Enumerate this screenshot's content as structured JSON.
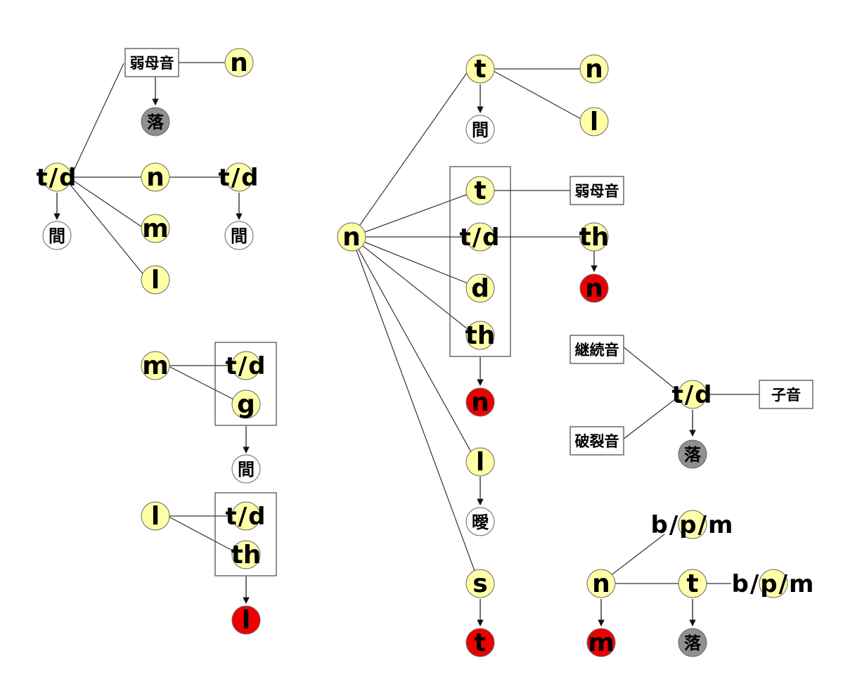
{
  "colors": {
    "yellow": "#ffffa8",
    "red": "#ee0000",
    "gray": "#909090",
    "white": "#ffffff",
    "stroke": "#333333",
    "text": "#000000"
  },
  "nodes": [
    {
      "id": "g1_box",
      "label": "弱母音",
      "kind": "box"
    },
    {
      "id": "g1_n_top",
      "label": "n",
      "kind": "circle",
      "fill": "yellow"
    },
    {
      "id": "g1_ochi",
      "label": "落",
      "kind": "circle",
      "fill": "gray"
    },
    {
      "id": "g1_td",
      "label": "t/d",
      "kind": "circle",
      "fill": "yellow"
    },
    {
      "id": "g1_n",
      "label": "n",
      "kind": "circle",
      "fill": "yellow"
    },
    {
      "id": "g1_m",
      "label": "m",
      "kind": "circle",
      "fill": "yellow"
    },
    {
      "id": "g1_l",
      "label": "l",
      "kind": "circle",
      "fill": "yellow"
    },
    {
      "id": "g1_td2",
      "label": "t/d",
      "kind": "circle",
      "fill": "yellow"
    },
    {
      "id": "g1_ma1",
      "label": "間",
      "kind": "circle",
      "fill": "white"
    },
    {
      "id": "g1_ma2",
      "label": "間",
      "kind": "circle",
      "fill": "white"
    },
    {
      "id": "g2_m",
      "label": "m",
      "kind": "circle",
      "fill": "yellow"
    },
    {
      "id": "g2_td",
      "label": "t/d",
      "kind": "circle",
      "fill": "yellow"
    },
    {
      "id": "g2_g",
      "label": "g",
      "kind": "circle",
      "fill": "yellow"
    },
    {
      "id": "g2_ma",
      "label": "間",
      "kind": "circle",
      "fill": "white"
    },
    {
      "id": "g3_l",
      "label": "l",
      "kind": "circle",
      "fill": "yellow"
    },
    {
      "id": "g3_td",
      "label": "t/d",
      "kind": "circle",
      "fill": "yellow"
    },
    {
      "id": "g3_th",
      "label": "th",
      "kind": "circle",
      "fill": "yellow"
    },
    {
      "id": "g3_lred",
      "label": "l",
      "kind": "circle",
      "fill": "red"
    },
    {
      "id": "g4_n",
      "label": "n",
      "kind": "circle",
      "fill": "yellow"
    },
    {
      "id": "g4_t",
      "label": "t",
      "kind": "circle",
      "fill": "yellow"
    },
    {
      "id": "g4_tn",
      "label": "n",
      "kind": "circle",
      "fill": "yellow"
    },
    {
      "id": "g4_tl",
      "label": "l",
      "kind": "circle",
      "fill": "yellow"
    },
    {
      "id": "g4_ma",
      "label": "間",
      "kind": "circle",
      "fill": "white"
    },
    {
      "id": "g4_bt",
      "label": "t",
      "kind": "circle",
      "fill": "yellow"
    },
    {
      "id": "g4_btd",
      "label": "t/d",
      "kind": "circle",
      "fill": "yellow"
    },
    {
      "id": "g4_bd",
      "label": "d",
      "kind": "circle",
      "fill": "yellow"
    },
    {
      "id": "g4_bth",
      "label": "th",
      "kind": "circle",
      "fill": "yellow"
    },
    {
      "id": "g4_box",
      "label": "弱母音",
      "kind": "box"
    },
    {
      "id": "g4_th",
      "label": "th",
      "kind": "circle",
      "fill": "yellow"
    },
    {
      "id": "g4_thred",
      "label": "n",
      "kind": "circle",
      "fill": "red"
    },
    {
      "id": "g4_nred",
      "label": "n",
      "kind": "circle",
      "fill": "red"
    },
    {
      "id": "g4_l",
      "label": "l",
      "kind": "circle",
      "fill": "yellow"
    },
    {
      "id": "g4_ai",
      "label": "曖",
      "kind": "circle",
      "fill": "white"
    },
    {
      "id": "g4_s",
      "label": "s",
      "kind": "circle",
      "fill": "yellow"
    },
    {
      "id": "g4_tred",
      "label": "t",
      "kind": "circle",
      "fill": "red"
    },
    {
      "id": "g5_cont",
      "label": "継続音",
      "kind": "box"
    },
    {
      "id": "g5_plos",
      "label": "破裂音",
      "kind": "box"
    },
    {
      "id": "g5_td",
      "label": "t/d",
      "kind": "circle",
      "fill": "yellow"
    },
    {
      "id": "g5_cons",
      "label": "子音",
      "kind": "box"
    },
    {
      "id": "g5_ochi",
      "label": "落",
      "kind": "circle",
      "fill": "gray"
    },
    {
      "id": "g6_bpm1",
      "label": "b/p/m",
      "kind": "circle",
      "fill": "yellow"
    },
    {
      "id": "g6_n",
      "label": "n",
      "kind": "circle",
      "fill": "yellow"
    },
    {
      "id": "g6_t",
      "label": "t",
      "kind": "circle",
      "fill": "yellow"
    },
    {
      "id": "g6_bpm2",
      "label": "b/p/m",
      "kind": "circle",
      "fill": "yellow"
    },
    {
      "id": "g6_mred",
      "label": "m",
      "kind": "circle",
      "fill": "red"
    },
    {
      "id": "g6_ochi",
      "label": "落",
      "kind": "circle",
      "fill": "gray"
    }
  ]
}
